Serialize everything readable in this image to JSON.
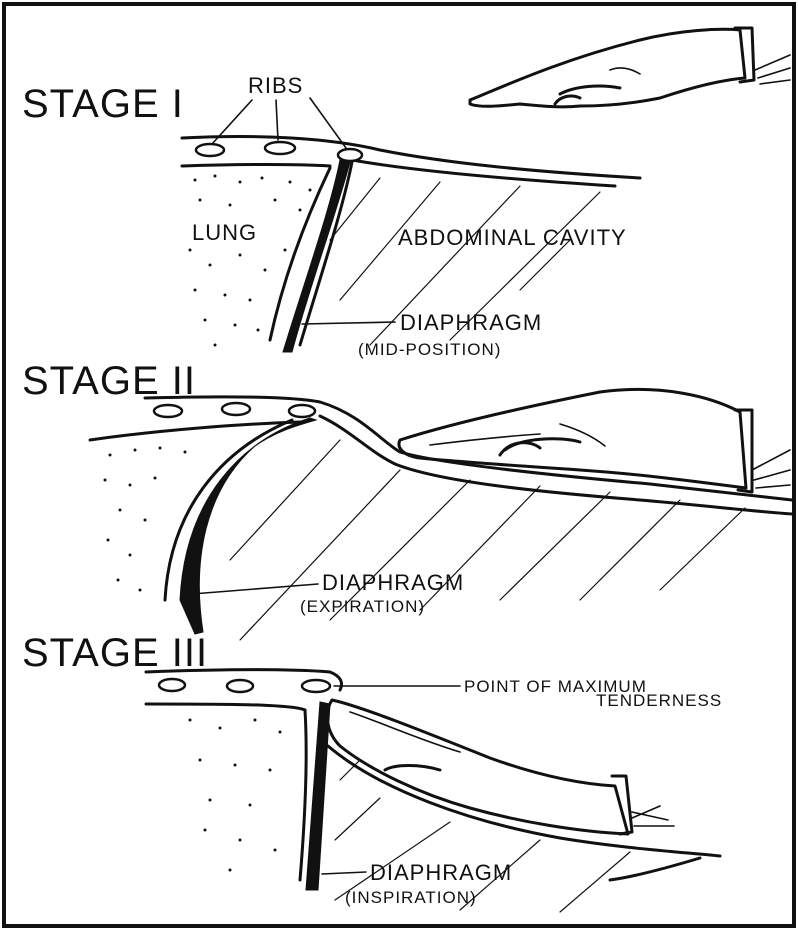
{
  "stage1": {
    "title": "STAGE I",
    "ribs_label": "RIBS",
    "lung_label": "LUNG",
    "cavity_label": "ABDOMINAL CAVITY",
    "diaphragm_label": "DIAPHRAGM",
    "diaphragm_state": "(MID-POSITION)"
  },
  "stage2": {
    "title": "STAGE II",
    "diaphragm_label": "DIAPHRAGM",
    "diaphragm_state": "(EXPIRATION)"
  },
  "stage3": {
    "title": "STAGE III",
    "tenderness_line1": "POINT OF MAXIMUM",
    "tenderness_line2": "TENDERNESS",
    "diaphragm_label": "DIAPHRAGM",
    "diaphragm_state": "(INSPIRATION)"
  }
}
